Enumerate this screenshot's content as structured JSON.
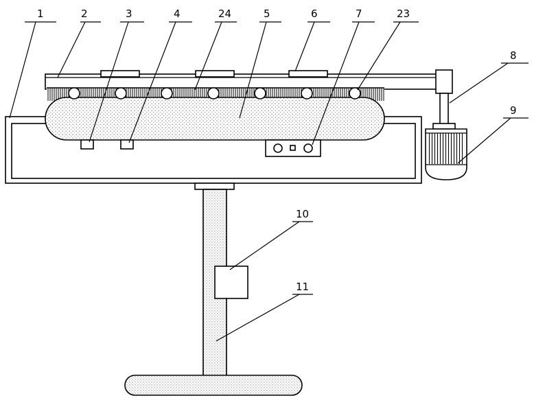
{
  "labels": {
    "n1": "1",
    "n2": "2",
    "n3": "3",
    "n4": "4",
    "n24": "24",
    "n5": "5",
    "n6": "6",
    "n7": "7",
    "n23": "23",
    "n8": "8",
    "n9": "9",
    "n10": "10",
    "n11": "11"
  },
  "colors": {
    "line": "#000000",
    "stipple": "#8a8a8a",
    "background": "#ffffff"
  }
}
